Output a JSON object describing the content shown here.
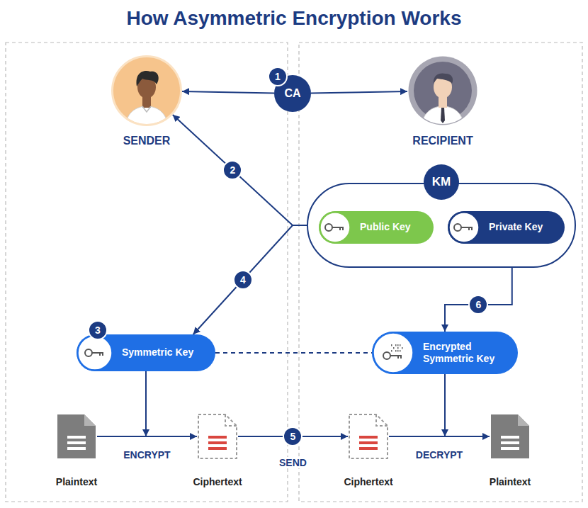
{
  "diagram": {
    "title": "How Asymmetric Encryption Works",
    "nodes": [
      {
        "text": [
          "SENDER"
        ]
      },
      {
        "text": [
          "CA"
        ]
      },
      {
        "text": [
          "RECIPIENT"
        ]
      },
      {
        "text": [
          "KM"
        ]
      },
      {
        "text": [
          "Public Key"
        ],
        "in": 3
      },
      {
        "text": [
          "Private Key"
        ],
        "in": 3
      },
      {
        "text": [
          "Symmetric Key"
        ]
      },
      {
        "text": [
          "Encrypted Symmetric Key"
        ]
      },
      {
        "text": [
          "Plaintext"
        ]
      },
      {
        "text": [
          "Ciphertext"
        ]
      },
      {
        "text": [
          "Ciphertext"
        ]
      },
      {
        "text": [
          "Plaintext"
        ]
      }
    ],
    "edges": [
      {
        "from": 1,
        "to": 0,
        "arrow": "to"
      },
      {
        "from": 1,
        "to": 2,
        "arrow": "to"
      },
      {
        "from": 3,
        "to": 0,
        "arrow": "to"
      },
      {
        "from": 3,
        "to": 6,
        "arrow": "to"
      },
      {
        "from": 5,
        "to": 7,
        "arrow": "to"
      },
      {
        "from": 6,
        "to": 7,
        "arrow": "none"
      },
      {
        "from": 8,
        "to": 9,
        "label": "ENCRYPT",
        "arrow": "to"
      },
      {
        "from": 9,
        "to": 10,
        "label": "SEND",
        "arrow": "to"
      },
      {
        "from": 10,
        "to": 11,
        "label": "DECRYPT",
        "arrow": "to"
      }
    ],
    "labels": [
      "1",
      "2",
      "3",
      "4",
      "5",
      "6"
    ]
  }
}
